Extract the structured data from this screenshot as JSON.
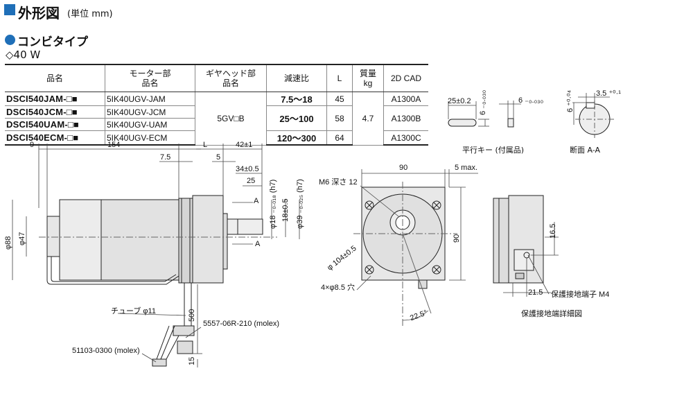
{
  "header": {
    "title": "外形図",
    "unit": "(単位 mm)"
  },
  "subtitle": "コンビタイプ",
  "power": "◇40 W",
  "table": {
    "columns": [
      "品名",
      "モーター部\n品名",
      "ギヤヘッド部\n品名",
      "減速比",
      "L",
      "質量\nkg",
      "2D CAD"
    ],
    "rows": [
      {
        "product": "DSCI540JAM-□■",
        "motor": "5IK40UGV-JAM",
        "ratio": "7.5～18",
        "L": "45",
        "cad": "A1300A"
      },
      {
        "product": "DSCI540JCM-□■",
        "motor": "5IK40UGV-JCM",
        "ratio": "25～100",
        "L": "58",
        "cad": "A1300B"
      },
      {
        "product": "DSCI540UAM-□■",
        "motor": "5IK40UGV-UAM",
        "ratio": "120～300",
        "L": "64",
        "cad": "A1300C"
      },
      {
        "product": "DSCI540ECM-□■",
        "motor": "5IK40UGV-ECM"
      }
    ],
    "gearhead": "5GV□B",
    "mass": "4.7"
  },
  "side_view": {
    "d_9": "9",
    "d_154": "154",
    "d_L": "L",
    "d_42": "42±1",
    "d_7_5": "7.5",
    "d_5": "5",
    "d_34": "34±0.5",
    "d_25": "25",
    "d_phi18": "φ18 ₋₀.₀₁₈ (h7)",
    "d_18": "18±0.5",
    "d_phi39": "φ39 ₋₀.₀₂₅ (h7)",
    "d_phi88": "φ88",
    "d_phi47": "φ47",
    "sec_a": "A",
    "tube": "チューブ φ11",
    "d_500": "500",
    "d_15": "15",
    "conn1": "5557-06R-210 (molex)",
    "conn2": "51103-0300 (molex)"
  },
  "front_view": {
    "d_90_top": "90",
    "d_5max": "5 max.",
    "m6": "M6 深さ 12",
    "d_90_side": "90",
    "pcd": "φ 104±0.5",
    "holes": "4×φ8.5 穴",
    "angle": "22.5°"
  },
  "ground_view": {
    "d_16_5": "16.5",
    "d_21_5": "21.5",
    "terminal": "保護接地端子 M4",
    "caption": "保護接地端詳細図"
  },
  "key": {
    "d_25": "25±0.2",
    "d_6": "6 ₋₀.₀₃₀",
    "d_6b": "6 ₋₀.₀₃₀",
    "caption": "平行キー (付属品)"
  },
  "section": {
    "d_3_5": "3.5 ⁺⁰·¹",
    "d_6": "6 ⁺⁰·⁰⁴",
    "caption": "断面 A-A"
  }
}
